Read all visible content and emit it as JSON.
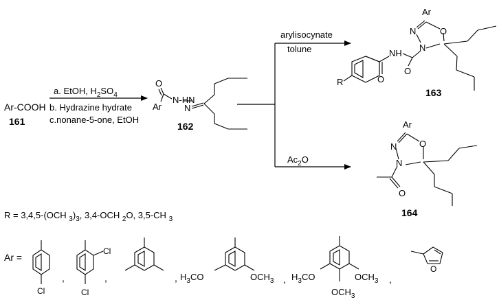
{
  "start": {
    "name": "Ar-COOH",
    "label": "161"
  },
  "step1": {
    "a_prefix": "a. EtOH, H",
    "a_sub": "2",
    "a_mid": "SO",
    "a_sub2": "4",
    "b": "b. Hydrazine hydrate",
    "c": "c.nonane-5-one, EtOH"
  },
  "hydrazone": {
    "label": "162",
    "atom_o": "O",
    "atom_ar": "Ar",
    "atom_nnh": "N-HN",
    "atom_n": "N"
  },
  "upper": {
    "reagent1": "arylisocynate",
    "reagent2": "tolune",
    "label": "163",
    "atoms": {
      "ar": "Ar",
      "n": "N",
      "o_ring": "O",
      "n3": "N",
      "nh": "NH",
      "o1": "O",
      "o2": "O",
      "r": "R"
    }
  },
  "lower": {
    "reagent_prefix": "Ac",
    "reagent_sub": "2",
    "reagent_suffix": "O",
    "label": "164",
    "atoms": {
      "ar": "Ar",
      "n": "N",
      "o_ring": "O",
      "n3": "N",
      "o_acyl": "O"
    }
  },
  "r_def": {
    "p1": "R = 3,4,5-(OCH ",
    "s1": "3",
    "p2": ")",
    "s2": "3",
    "p3": ", 3,4-OCH ",
    "s3": "2",
    "p4": "O, 3,5-CH ",
    "s4": "3"
  },
  "ar_def": {
    "lead": "Ar =",
    "comma": ",",
    "s1": {
      "cl": "Cl"
    },
    "s2": {
      "cl1": "Cl",
      "cl2": "Cl"
    },
    "s4": {
      "left": "H",
      "left_sub": "3",
      "left_rest": "CO",
      "right_pre": "OCH",
      "right_sub": "3"
    },
    "s5": {
      "left": "H",
      "left_sub": "3",
      "left_rest": "CO",
      "right_pre": "OCH",
      "right_sub": "3",
      "bottom_pre": "OCH",
      "bottom_sub": "3"
    },
    "s6": {
      "o": "O"
    }
  },
  "colors": {
    "ink": "#000000",
    "background": "#ffffff"
  }
}
